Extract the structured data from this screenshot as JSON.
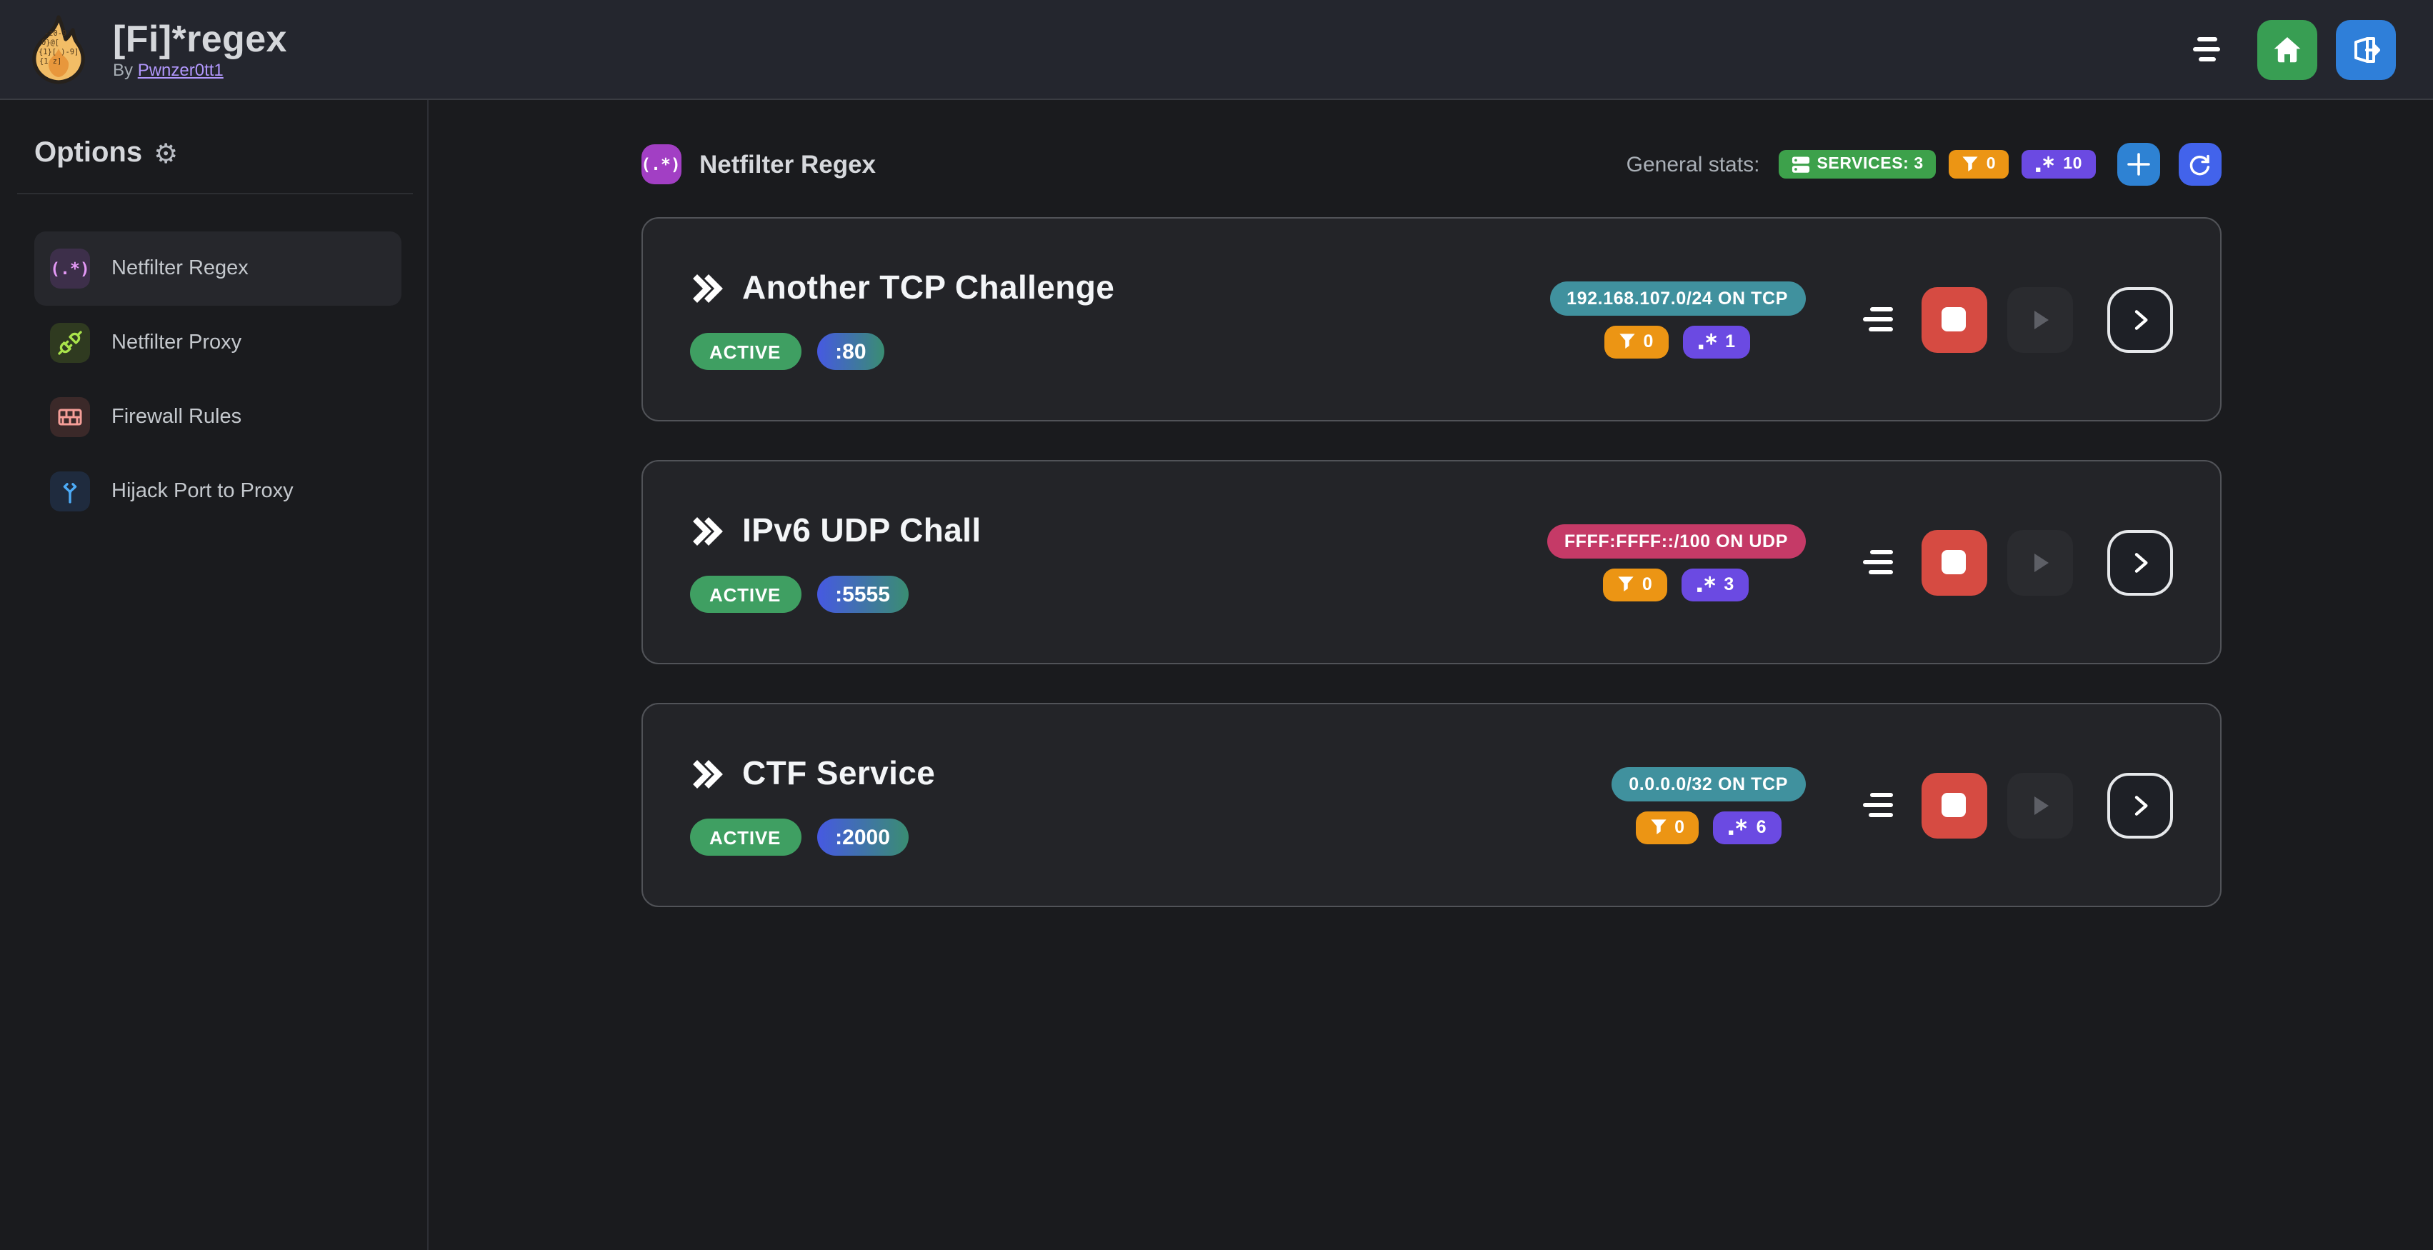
{
  "header": {
    "title": "[Fi]*regex",
    "byline_prefix": "By",
    "byline_link": "Pwnzer0tt1",
    "logo_fragments": {
      "f1": "-z0-9",
      "f2": "0}@[",
      "f3": "{1}[ )-9]",
      "f4": "{1   z]"
    }
  },
  "sidebar": {
    "heading": "Options",
    "gear_glyph": "⚙",
    "items": [
      {
        "label": "Netfilter Regex",
        "icon_text": "(.*)"
      },
      {
        "label": "Netfilter Proxy"
      },
      {
        "label": "Firewall Rules"
      },
      {
        "label": "Hijack Port to Proxy"
      }
    ]
  },
  "main": {
    "section_icon_text": "(.*)",
    "section_title": "Netfilter Regex",
    "stats_label": "General stats:",
    "stats": {
      "services": "SERVICES: 3",
      "filters": "0",
      "regexes": "10"
    },
    "services": [
      {
        "name": "Another TCP Challenge",
        "status": "ACTIVE",
        "port": ":80",
        "address": "192.168.107.0/24 ON TCP",
        "addr_style": "badge-teal",
        "filters": "0",
        "regexes": "1"
      },
      {
        "name": "IPv6 UDP Chall",
        "status": "ACTIVE",
        "port": ":5555",
        "address": "FFFF:FFFF::/100 ON UDP",
        "addr_style": "badge-pink",
        "filters": "0",
        "regexes": "3"
      },
      {
        "name": "CTF Service",
        "status": "ACTIVE",
        "port": ":2000",
        "address": "0.0.0.0/32 ON TCP",
        "addr_style": "badge-teal",
        "filters": "0",
        "regexes": "6"
      }
    ]
  },
  "colors": {
    "header_bg": "#24262e",
    "page_bg": "#1a1b1e",
    "card_bg": "#232428",
    "card_border": "#515358",
    "sidebar_border": "#2e3036",
    "item_active_bg": "#26272c",
    "green": "#3da14b",
    "active_green": "#3f9f62",
    "orange": "#ec9514",
    "violet": "#6b4ae2",
    "teal": "#40919e",
    "pink": "#c53a67",
    "blue": "#2e82d3",
    "indigo": "#4263eb",
    "red": "#d64b42",
    "home_green": "#389e53",
    "logout_blue": "#2f7fd9",
    "grape": "#a23fc4",
    "port_grad_start": "#4659e2",
    "port_grad_end": "#3a8d72",
    "link": "#b197fc"
  }
}
